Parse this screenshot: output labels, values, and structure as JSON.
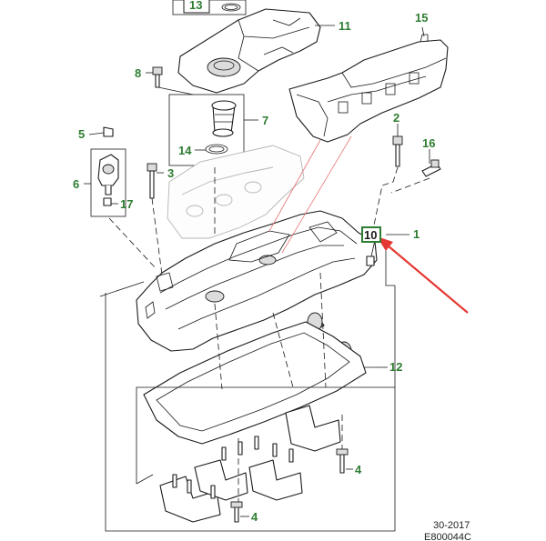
{
  "diagram": {
    "callouts": [
      {
        "id": "c13",
        "text": "13",
        "boxed": true
      },
      {
        "id": "c11",
        "text": "11",
        "boxed": false
      },
      {
        "id": "c15",
        "text": "15",
        "boxed": false
      },
      {
        "id": "c8",
        "text": "8",
        "boxed": false
      },
      {
        "id": "c7",
        "text": "7",
        "boxed": false
      },
      {
        "id": "c5",
        "text": "5",
        "boxed": false
      },
      {
        "id": "c14",
        "text": "14",
        "boxed": false
      },
      {
        "id": "c2",
        "text": "2",
        "boxed": false
      },
      {
        "id": "c16",
        "text": "16",
        "boxed": false
      },
      {
        "id": "c3",
        "text": "3",
        "boxed": false
      },
      {
        "id": "c6",
        "text": "6",
        "boxed": false
      },
      {
        "id": "c17",
        "text": "17",
        "boxed": false
      },
      {
        "id": "c10",
        "text": "10",
        "boxed": true
      },
      {
        "id": "c1",
        "text": "1",
        "boxed": false
      },
      {
        "id": "c12",
        "text": "12",
        "boxed": false
      },
      {
        "id": "c4a",
        "text": "4",
        "boxed": false
      },
      {
        "id": "c4b",
        "text": "4",
        "boxed": false
      }
    ],
    "reference": {
      "date_code": "30-2017",
      "figure_code": "E800044C"
    },
    "colors": {
      "callout": "#2e7d32",
      "highlight_box": "#2e7d32",
      "arrow": "#e53935",
      "line": "#1a1a1a"
    }
  }
}
